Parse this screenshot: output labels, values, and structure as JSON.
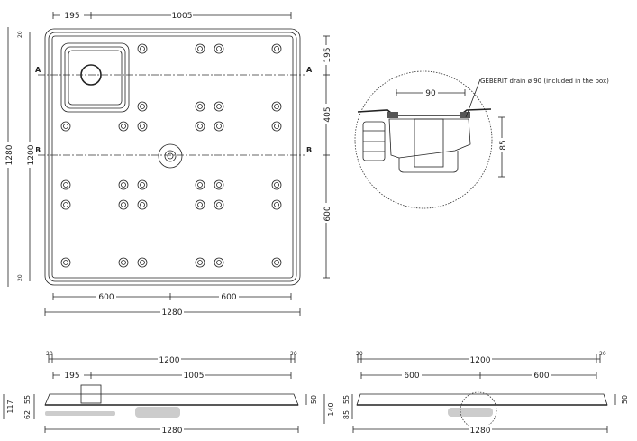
{
  "plan": {
    "top_dims": [
      "195",
      "1005"
    ],
    "left_dims": [
      "1280",
      "1200",
      "20",
      "20"
    ],
    "right_dims": [
      "195",
      "405",
      "600"
    ],
    "bottom_dims": [
      "600",
      "600",
      "1280"
    ],
    "section_labels": [
      "A",
      "A",
      "B",
      "B"
    ]
  },
  "detail": {
    "callout": "GEBERIT drain ø 90 (included in the box)",
    "width_dim": "90",
    "height_dim": "85"
  },
  "section_a": {
    "top_dims": [
      "20",
      "1200",
      "20"
    ],
    "mid_dims": [
      "195",
      "1005"
    ],
    "left_dims": [
      "117",
      "55",
      "62"
    ],
    "right_dim": "50",
    "bottom_dim": "1280"
  },
  "section_b": {
    "top_dims": [
      "20",
      "1200",
      "20"
    ],
    "mid_dims": [
      "600",
      "600"
    ],
    "left_dims": [
      "140",
      "55",
      "85"
    ],
    "right_dim": "50",
    "bottom_dim": "1280"
  }
}
